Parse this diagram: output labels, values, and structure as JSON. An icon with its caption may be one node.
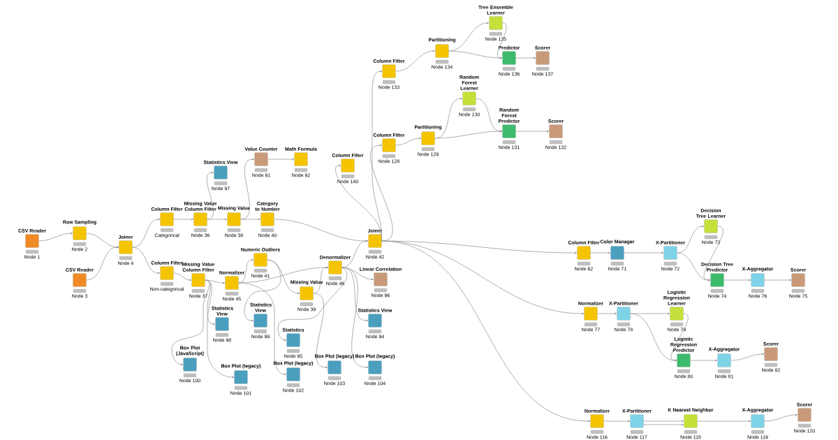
{
  "diagram": {
    "nodes": [
      {
        "text": [
          "CSV Reader",
          "Node 1"
        ]
      },
      {
        "text": [
          "Row Sampling",
          "Node 2"
        ]
      },
      {
        "text": [
          "CSV Reader",
          "Node 3"
        ]
      },
      {
        "text": [
          "Joiner",
          "Node 4"
        ]
      },
      {
        "text": [
          "Column Filter",
          "Categorical"
        ]
      },
      {
        "text": [
          "Missing Value Column Filter",
          "Node 36"
        ]
      },
      {
        "text": [
          "Statistics View",
          "Node 97"
        ]
      },
      {
        "text": [
          "Missing Value",
          "Node 38"
        ]
      },
      {
        "text": [
          "Category to Number",
          "Node 40"
        ]
      },
      {
        "text": [
          "Value Counter",
          "Node 91"
        ]
      },
      {
        "text": [
          "Math Formula",
          "Node 92"
        ]
      },
      {
        "text": [
          "Column Filter",
          "Non-categorical"
        ]
      },
      {
        "text": [
          "Missing Value Column Filter",
          "Node 37"
        ]
      },
      {
        "text": [
          "Normalizer",
          "Node 45"
        ]
      },
      {
        "text": [
          "Numeric Outliers",
          "Node 41"
        ]
      },
      {
        "text": [
          "Statistics View",
          "Node 98"
        ]
      },
      {
        "text": [
          "Statistics View",
          "Node 99"
        ]
      },
      {
        "text": [
          "Box Plot (JavaScript)",
          "Node 100"
        ]
      },
      {
        "text": [
          "Box Plot (legacy)",
          "Node 101"
        ]
      },
      {
        "text": [
          "Box Plot (legacy)",
          "Node 102"
        ]
      },
      {
        "text": [
          "Missing Value",
          "Node 39"
        ]
      },
      {
        "text": [
          "Denormalizer",
          "Node 46"
        ]
      },
      {
        "text": [
          "Statistics",
          "Node 95"
        ]
      },
      {
        "text": [
          "Linear Correlation",
          "Node 96"
        ]
      },
      {
        "text": [
          "Statistics View",
          "Node 94"
        ]
      },
      {
        "text": [
          "Box Plot (legacy)",
          "Node 103"
        ]
      },
      {
        "text": [
          "Box Plot (legacy)",
          "Node 104"
        ]
      },
      {
        "text": [
          "Joiner",
          "Node 42"
        ]
      },
      {
        "text": [
          "Column Filter",
          "Node 140"
        ]
      },
      {
        "text": [
          "Column Filter",
          "Node 133"
        ]
      },
      {
        "text": [
          "Partitioning",
          "Node 134"
        ]
      },
      {
        "text": [
          "Tree Ensemble Learner",
          "Node 135"
        ]
      },
      {
        "text": [
          "Predictor",
          "Node 136"
        ]
      },
      {
        "text": [
          "Scorer",
          "Node 137"
        ]
      },
      {
        "text": [
          "Column Filter",
          "Node 128"
        ]
      },
      {
        "text": [
          "Partitioning",
          "Node 129"
        ]
      },
      {
        "text": [
          "Random Forest Learner",
          "Node 130"
        ]
      },
      {
        "text": [
          "Random Forest Predictor",
          "Node 131"
        ]
      },
      {
        "text": [
          "Scorer",
          "Node 132"
        ]
      },
      {
        "text": [
          "Column Filter",
          "Node 62"
        ]
      },
      {
        "text": [
          "Color Manager",
          "Node 71"
        ]
      },
      {
        "text": [
          "X-Partitioner",
          "Node 72"
        ]
      },
      {
        "text": [
          "Decision Tree Learner",
          "Node 73"
        ]
      },
      {
        "text": [
          "Decision Tree Predictor",
          "Node 74"
        ]
      },
      {
        "text": [
          "X-Aggregator",
          "Node 76"
        ]
      },
      {
        "text": [
          "Scorer",
          "Node 75"
        ]
      },
      {
        "text": [
          "Normalizer",
          "Node 77"
        ]
      },
      {
        "text": [
          "X-Partitioner",
          "Node 78"
        ]
      },
      {
        "text": [
          "Logistic Regression Learner",
          "Node 79"
        ]
      },
      {
        "text": [
          "Logistic Regression Predictor",
          "Node 80"
        ]
      },
      {
        "text": [
          "X-Aggregator",
          "Node 81"
        ]
      },
      {
        "text": [
          "Scorer",
          "Node 82"
        ]
      },
      {
        "text": [
          "Normalizer",
          "Node 116"
        ]
      },
      {
        "text": [
          "X-Partitioner",
          "Node 117"
        ]
      },
      {
        "text": [
          "K Nearest Neighbor",
          "Node 118"
        ]
      },
      {
        "text": [
          "X-Aggregator",
          "Node 119"
        ]
      },
      {
        "text": [
          "Scorer",
          "Node 120"
        ]
      }
    ],
    "edges": [
      {
        "from": 0,
        "to": 1,
        "arrow": "to"
      },
      {
        "from": 1,
        "to": 3,
        "arrow": "to"
      },
      {
        "from": 2,
        "to": 3,
        "arrow": "to"
      },
      {
        "from": 3,
        "to": 4,
        "arrow": "to"
      },
      {
        "from": 3,
        "to": 11,
        "arrow": "to"
      },
      {
        "from": 4,
        "to": 5,
        "arrow": "to"
      },
      {
        "from": 5,
        "to": 6,
        "arrow": "to"
      },
      {
        "from": 5,
        "to": 7,
        "arrow": "to"
      },
      {
        "from": 7,
        "to": 8,
        "arrow": "to"
      },
      {
        "from": 7,
        "to": 9,
        "arrow": "to"
      },
      {
        "from": 9,
        "to": 10,
        "arrow": "to"
      },
      {
        "from": 8,
        "to": 27,
        "arrow": "to"
      },
      {
        "from": 11,
        "to": 12,
        "arrow": "to"
      },
      {
        "from": 12,
        "to": 13,
        "arrow": "to"
      },
      {
        "from": 12,
        "to": 15,
        "arrow": "to"
      },
      {
        "from": 12,
        "to": 17,
        "arrow": "to"
      },
      {
        "from": 12,
        "to": 18,
        "arrow": "to"
      },
      {
        "from": 13,
        "to": 14,
        "arrow": "to"
      },
      {
        "from": 13,
        "to": 21,
        "arrow": "to"
      },
      {
        "from": 13,
        "to": 19,
        "arrow": "to"
      },
      {
        "from": 14,
        "to": 20,
        "arrow": "to"
      },
      {
        "from": 14,
        "to": 16,
        "arrow": "to"
      },
      {
        "from": 20,
        "to": 21,
        "arrow": "to"
      },
      {
        "from": 20,
        "to": 25,
        "arrow": "to"
      },
      {
        "from": 21,
        "to": 27,
        "arrow": "to"
      },
      {
        "from": 21,
        "to": 23,
        "arrow": "to"
      },
      {
        "from": 21,
        "to": 22,
        "arrow": "to"
      },
      {
        "from": 21,
        "to": 24,
        "arrow": "to"
      },
      {
        "from": 21,
        "to": 26,
        "arrow": "to"
      },
      {
        "from": 27,
        "to": 28,
        "arrow": "to"
      },
      {
        "from": 27,
        "to": 29,
        "arrow": "to"
      },
      {
        "from": 27,
        "to": 34,
        "arrow": "to"
      },
      {
        "from": 27,
        "to": 39,
        "arrow": "to"
      },
      {
        "from": 27,
        "to": 46,
        "arrow": "to"
      },
      {
        "from": 27,
        "to": 52,
        "arrow": "to"
      },
      {
        "from": 29,
        "to": 30,
        "arrow": "to"
      },
      {
        "from": 30,
        "to": 31,
        "arrow": "to"
      },
      {
        "from": 30,
        "to": 32,
        "arrow": "to"
      },
      {
        "from": 31,
        "to": 32,
        "arrow": "to"
      },
      {
        "from": 32,
        "to": 33,
        "arrow": "to"
      },
      {
        "from": 34,
        "to": 35,
        "arrow": "to"
      },
      {
        "from": 35,
        "to": 36,
        "arrow": "to"
      },
      {
        "from": 35,
        "to": 37,
        "arrow": "to"
      },
      {
        "from": 36,
        "to": 37,
        "arrow": "to"
      },
      {
        "from": 37,
        "to": 38,
        "arrow": "to"
      },
      {
        "from": 39,
        "to": 40,
        "arrow": "to"
      },
      {
        "from": 40,
        "to": 41,
        "arrow": "to"
      },
      {
        "from": 41,
        "to": 42,
        "arrow": "to"
      },
      {
        "from": 41,
        "to": 43,
        "arrow": "to"
      },
      {
        "from": 42,
        "to": 43,
        "arrow": "to"
      },
      {
        "from": 43,
        "to": 44,
        "arrow": "to"
      },
      {
        "from": 44,
        "to": 45,
        "arrow": "to"
      },
      {
        "from": 46,
        "to": 47,
        "arrow": "to"
      },
      {
        "from": 47,
        "to": 48,
        "arrow": "to"
      },
      {
        "from": 47,
        "to": 49,
        "arrow": "to"
      },
      {
        "from": 48,
        "to": 49,
        "arrow": "to"
      },
      {
        "from": 49,
        "to": 50,
        "arrow": "to"
      },
      {
        "from": 50,
        "to": 51,
        "arrow": "to"
      },
      {
        "from": 52,
        "to": 53,
        "arrow": "to"
      },
      {
        "from": 53,
        "to": 54,
        "arrow": "to"
      },
      {
        "from": 53,
        "to": 54,
        "arrow": "to"
      },
      {
        "from": 54,
        "to": 55,
        "arrow": "to"
      },
      {
        "from": 55,
        "to": 56,
        "arrow": "to"
      }
    ]
  }
}
